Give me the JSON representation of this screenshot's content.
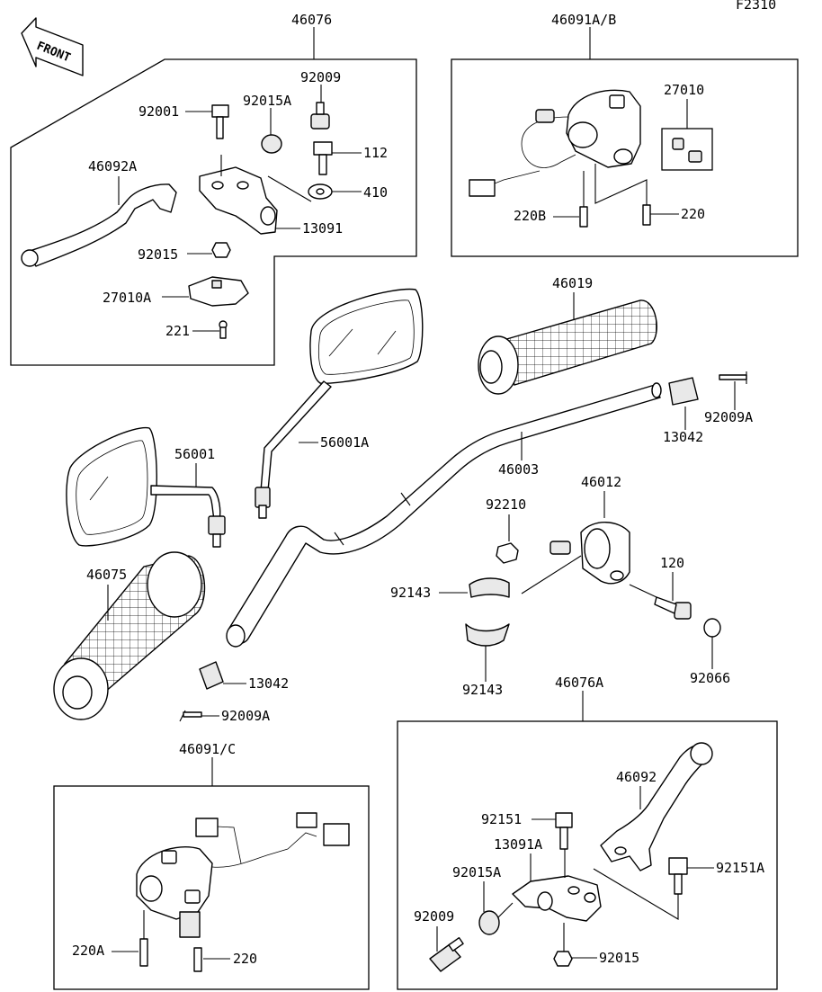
{
  "diagram_code": "F2310",
  "front_marker": "FRONT",
  "labels": {
    "p46076": "46076",
    "p46091ab": "46091A/B",
    "p92009_top": "92009",
    "p92001": "92001",
    "p92015A_top": "92015A",
    "p112": "112",
    "p410": "410",
    "p46092A": "46092A",
    "p13091": "13091",
    "p92015_top": "92015",
    "p27010A": "27010A",
    "p221": "221",
    "p27010": "27010",
    "p220B": "220B",
    "p220_top": "220",
    "p46019": "46019",
    "p13042_right": "13042",
    "p92009A_right": "92009A",
    "p56001A": "56001A",
    "p46003": "46003",
    "p56001": "56001",
    "p46012": "46012",
    "p92210": "92210",
    "p92143_a": "92143",
    "p120": "120",
    "p92143_b": "92143",
    "p92066": "92066",
    "p46075": "46075",
    "p13042_left": "13042",
    "p92009A_left": "92009A",
    "p46076A": "46076A",
    "p46091C": "46091/C",
    "p46092": "46092",
    "p92151": "92151",
    "p13091A": "13091A",
    "p92151A": "92151A",
    "p92015A_bottom": "92015A",
    "p92009_bottom": "92009",
    "p92015_bottom": "92015",
    "p220A": "220A",
    "p220_bottom": "220"
  }
}
